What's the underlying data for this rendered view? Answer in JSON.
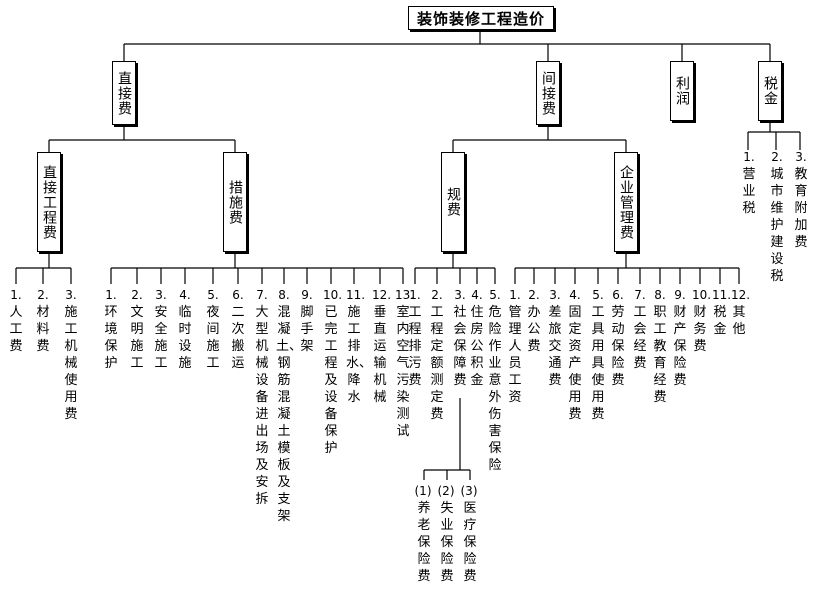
{
  "root": "装饰装修工程造价",
  "level1": {
    "direct": "直接费",
    "indirect": "间接费",
    "profit": "利润",
    "tax": "税金"
  },
  "level2": {
    "direct_eng": "直接工程费",
    "measures": "措施费",
    "fees": "规费",
    "mgmt": "企业管理费"
  },
  "direct_eng_items": [
    {
      "num": "1.",
      "text": "人工费"
    },
    {
      "num": "2.",
      "text": "材料费"
    },
    {
      "num": "3.",
      "text": "施工机械使用费"
    }
  ],
  "measures_items": [
    {
      "num": "1.",
      "text": "环境保护"
    },
    {
      "num": "2.",
      "text": "文明施工"
    },
    {
      "num": "3.",
      "text": "安全施工"
    },
    {
      "num": "4.",
      "text": "临时设施"
    },
    {
      "num": "5.",
      "text": "夜间施工"
    },
    {
      "num": "6.",
      "text": "二次搬运"
    },
    {
      "num": "7.",
      "text": "大型机械设备进出场及安拆"
    },
    {
      "num": "8.",
      "text": "混凝土、钢筋混凝土模板及支架"
    },
    {
      "num": "9.",
      "text": "脚手架"
    },
    {
      "num": "10.",
      "text": "已完工程及设备保护"
    },
    {
      "num": "11.",
      "text": "施工排水、降水"
    },
    {
      "num": "12.",
      "text": "垂直运输机械"
    },
    {
      "num": "13.",
      "text": "室内空气污染测试"
    }
  ],
  "fees_items": [
    {
      "num": "1.",
      "text": "工程排污费"
    },
    {
      "num": "2.",
      "text": "工程定额测定费"
    },
    {
      "num": "3.",
      "text": "社会保障费"
    },
    {
      "num": "4.",
      "text": "住房公积金"
    },
    {
      "num": "5.",
      "text": "危险作业意外伤害保险"
    }
  ],
  "social_sub": [
    {
      "num": "(1)",
      "text": "养老保险费"
    },
    {
      "num": "(2)",
      "text": "失业保险费"
    },
    {
      "num": "(3)",
      "text": "医疗保险费"
    }
  ],
  "mgmt_items": [
    {
      "num": "1.",
      "text": "管理人员工资"
    },
    {
      "num": "2.",
      "text": "办公费"
    },
    {
      "num": "3.",
      "text": "差旅交通费"
    },
    {
      "num": "4.",
      "text": "固定资产使用费"
    },
    {
      "num": "5.",
      "text": "工具用具使用费"
    },
    {
      "num": "6.",
      "text": "劳动保险费"
    },
    {
      "num": "7.",
      "text": "工会经费"
    },
    {
      "num": "8.",
      "text": "职工教育经费"
    },
    {
      "num": "9.",
      "text": "财产保险费"
    },
    {
      "num": "10.",
      "text": "财务费"
    },
    {
      "num": "11.",
      "text": "税金"
    },
    {
      "num": "12.",
      "text": "其他"
    }
  ],
  "tax_items": [
    {
      "num": "1.",
      "text": "营业税"
    },
    {
      "num": "2.",
      "text": "城市维护建设税"
    },
    {
      "num": "3.",
      "text": "教育附加费"
    }
  ]
}
